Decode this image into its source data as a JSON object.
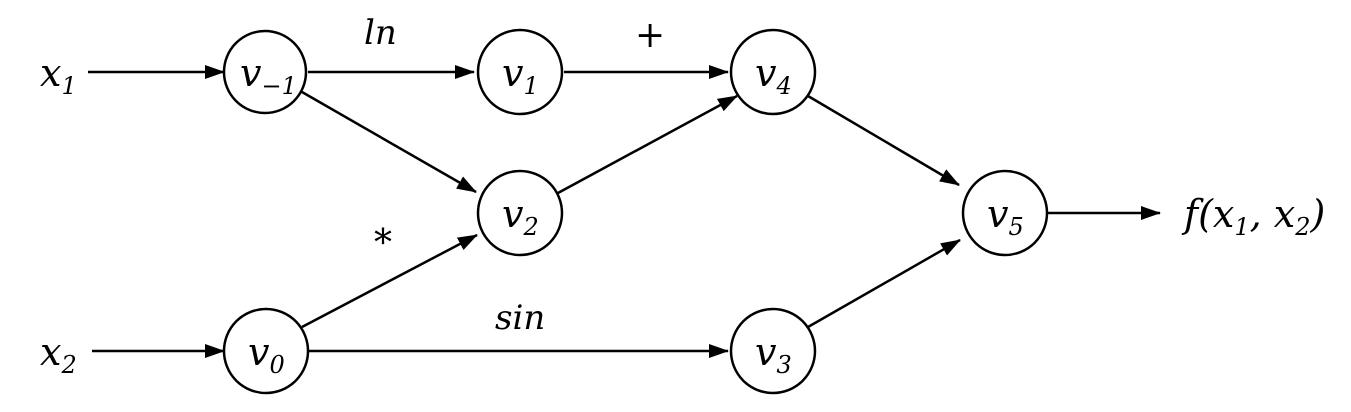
{
  "colors": {
    "stroke": "#000000",
    "background": "#ffffff"
  },
  "inputs": {
    "x1": {
      "base": "x",
      "sub": "1"
    },
    "x2": {
      "base": "x",
      "sub": "2"
    }
  },
  "output": {
    "text": "f(x",
    "sub1": "1",
    "mid": ", x",
    "sub2": "2",
    "end": ")"
  },
  "nodes": {
    "v_minus1": {
      "base": "v",
      "sub": "−1"
    },
    "v0": {
      "base": "v",
      "sub": "0"
    },
    "v1": {
      "base": "v",
      "sub": "1"
    },
    "v2": {
      "base": "v",
      "sub": "2"
    },
    "v3": {
      "base": "v",
      "sub": "3"
    },
    "v4": {
      "base": "v",
      "sub": "4"
    },
    "v5": {
      "base": "v",
      "sub": "5"
    }
  },
  "edge_labels": {
    "ln": "ln",
    "plus": "+",
    "mul": "*",
    "sin": "sin"
  }
}
